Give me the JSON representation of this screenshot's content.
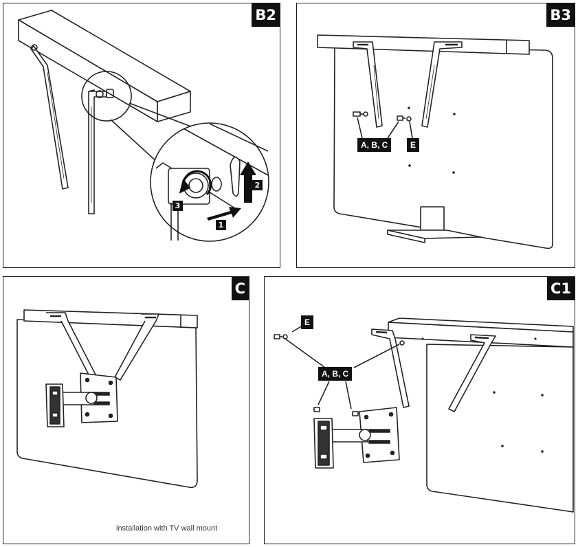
{
  "panels": {
    "b2": {
      "label": "B2",
      "steps": [
        "1",
        "2",
        "3"
      ]
    },
    "b3": {
      "label": "B3",
      "callouts": [
        "A, B, C",
        "E"
      ]
    },
    "c": {
      "label": "C",
      "caption": "installation with TV wall mount"
    },
    "c1": {
      "label": "C1",
      "callouts": [
        "E",
        "A, B, C"
      ]
    }
  },
  "icons": [
    "screw-icon",
    "washer-icon",
    "arrow-icon",
    "rotate-arrow-icon"
  ]
}
